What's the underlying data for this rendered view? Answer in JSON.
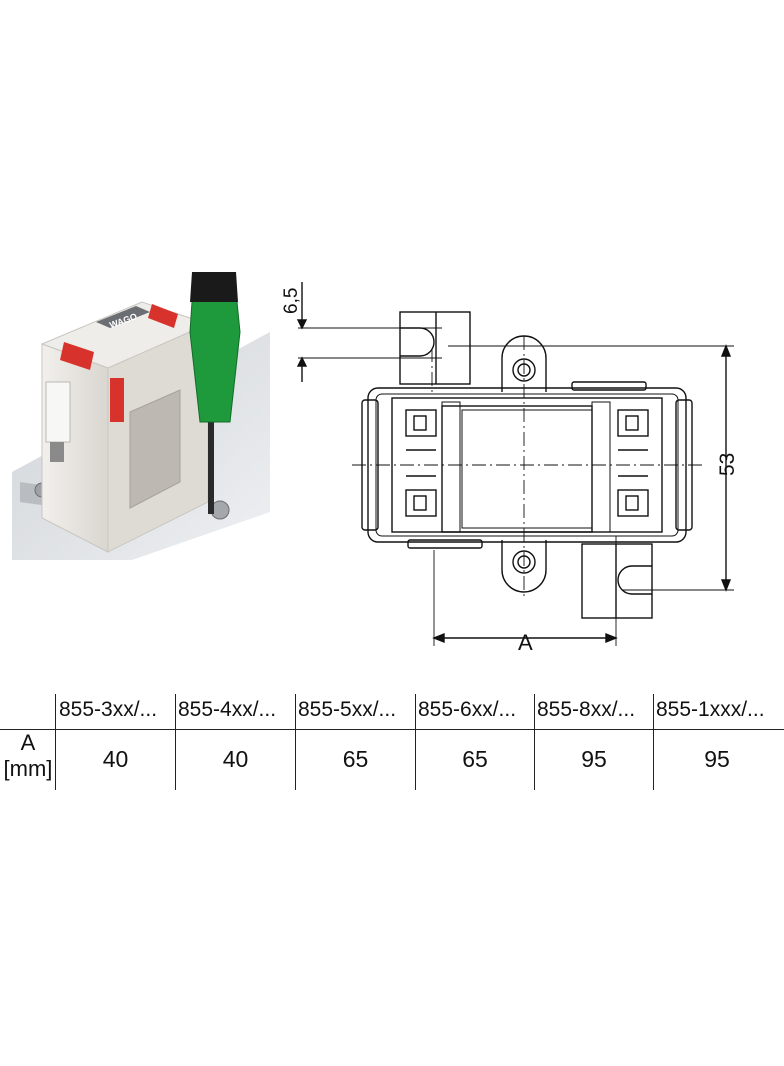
{
  "photo": {
    "brand_logo_text": "WAGO"
  },
  "drawing": {
    "dim_top_offset": "6,5",
    "dim_height": "53",
    "dim_width_label": "A"
  },
  "table": {
    "row_label_line1": "A",
    "row_label_line2": "[mm]",
    "columns": [
      {
        "header": "855-3xx/...",
        "value": "40"
      },
      {
        "header": "855-4xx/...",
        "value": "40"
      },
      {
        "header": "855-5xx/...",
        "value": "65"
      },
      {
        "header": "855-6xx/...",
        "value": "65"
      },
      {
        "header": "855-8xx/...",
        "value": "95"
      },
      {
        "header": "855-1xxx/...",
        "value": "95"
      }
    ]
  },
  "colors": {
    "terminal_red": "#d8322c",
    "screwdriver_green": "#1e9a3c",
    "housing": "#e6e3de",
    "drawing_line": "#111111"
  }
}
